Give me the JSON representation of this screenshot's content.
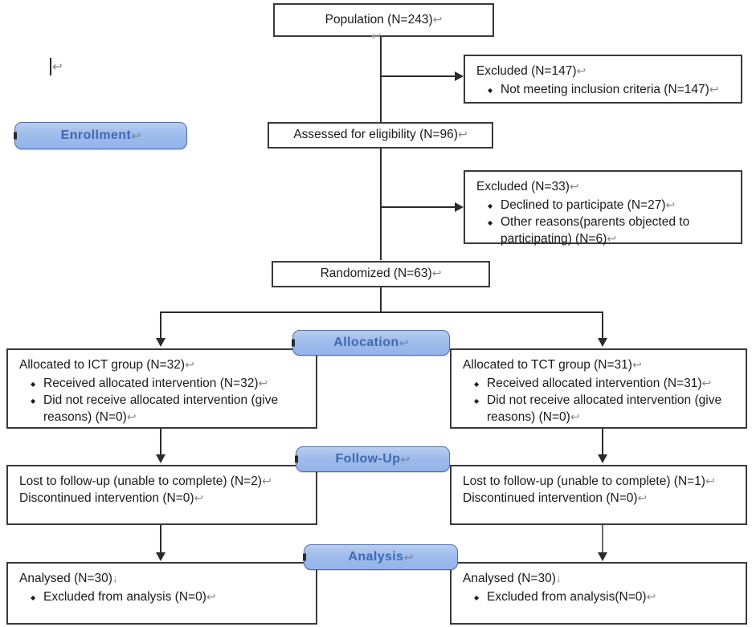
{
  "diagram": {
    "type": "consort-flow-diagram",
    "return_glyph": "↵",
    "down_glyph": "↓",
    "colors": {
      "badge_fill_top": "#b9cdf0",
      "badge_fill_bottom": "#94b4ea",
      "badge_border": "#4f6fa8",
      "badge_text": "#3d6ab0",
      "box_border": "#3a3a3a",
      "box_fill": "#ffffff",
      "line": "#2b2b2b",
      "text": "#1a1a1a"
    }
  },
  "stage_badges": {
    "enrollment": "Enrollment",
    "allocation": "Allocation",
    "followup": "Follow-Up",
    "analysis": "Analysis"
  },
  "nodes": {
    "population": {
      "label": "Population (N=243)",
      "n": 243
    },
    "excluded_1": {
      "title": "Excluded (N=147)",
      "n": 147,
      "bullets": [
        "Not meeting inclusion criteria (N=147)"
      ]
    },
    "assessed": {
      "label": "Assessed for eligibility (N=96)",
      "n": 96
    },
    "excluded_2": {
      "title": "Excluded (N=33)",
      "n": 33,
      "bullets": [
        "Declined to participate (N=27)",
        "Other reasons(parents objected to participating) (N=6)"
      ]
    },
    "randomized": {
      "label": "Randomized (N=63)",
      "n": 63
    },
    "allocated_left": {
      "title": "Allocated to ICT group (N=32)",
      "n": 32,
      "bullets": [
        "Received allocated intervention (N=32)",
        "Did not receive allocated intervention (give reasons) (N=0)"
      ]
    },
    "allocated_right": {
      "title": "Allocated to TCT group (N=31)",
      "n": 31,
      "bullets": [
        "Received allocated intervention (N=31)",
        "Did not receive allocated intervention (give reasons) (N=0)"
      ]
    },
    "followup_left": {
      "lines": [
        "Lost to follow-up (unable to complete) (N=2)",
        "Discontinued intervention (N=0)"
      ]
    },
    "followup_right": {
      "lines": [
        "Lost to follow-up (unable to complete) (N=1)",
        "Discontinued intervention (N=0)"
      ]
    },
    "analysed_left": {
      "title": "Analysed (N=30)",
      "n": 30,
      "bullets": [
        "Excluded from analysis (N=0)"
      ]
    },
    "analysed_right": {
      "title": "Analysed (N=30)",
      "n": 30,
      "bullets": [
        "Excluded from analysis(N=0)"
      ]
    }
  }
}
